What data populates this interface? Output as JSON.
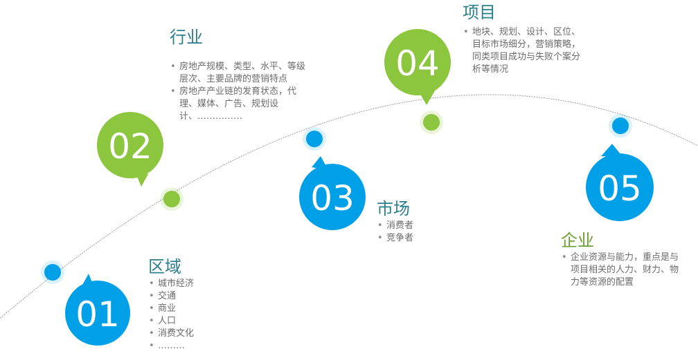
{
  "colors": {
    "green": "#8cc63e",
    "blue": "#00a0e9",
    "heading_green": "#6a9e2e",
    "heading_teal": "#2a7f8c",
    "text": "#6b6b6b"
  },
  "stages": [
    {
      "number": "01",
      "title": "区域",
      "items": [
        "城市经济",
        "交通",
        "商业",
        "人口",
        "消费文化",
        "………"
      ]
    },
    {
      "number": "02",
      "title": "行业",
      "items": [
        "房地产规模、类型、水平、等级层次、主要品牌的营销特点",
        "房地产产业链的发育状态，代理、媒体、广告、规划设计、……………"
      ]
    },
    {
      "number": "03",
      "title": "市场",
      "items": [
        "消费者",
        "竞争者"
      ]
    },
    {
      "number": "04",
      "title": "项目",
      "items": [
        "地块、规划、设计、区位、目标市场细分，营销策略，同类项目成功与失败个案分析等情况"
      ]
    },
    {
      "number": "05",
      "title": "企业",
      "items": [
        "企业资源与能力，重点是与项目相关的人力、财力、物力等资源的配置"
      ]
    }
  ]
}
